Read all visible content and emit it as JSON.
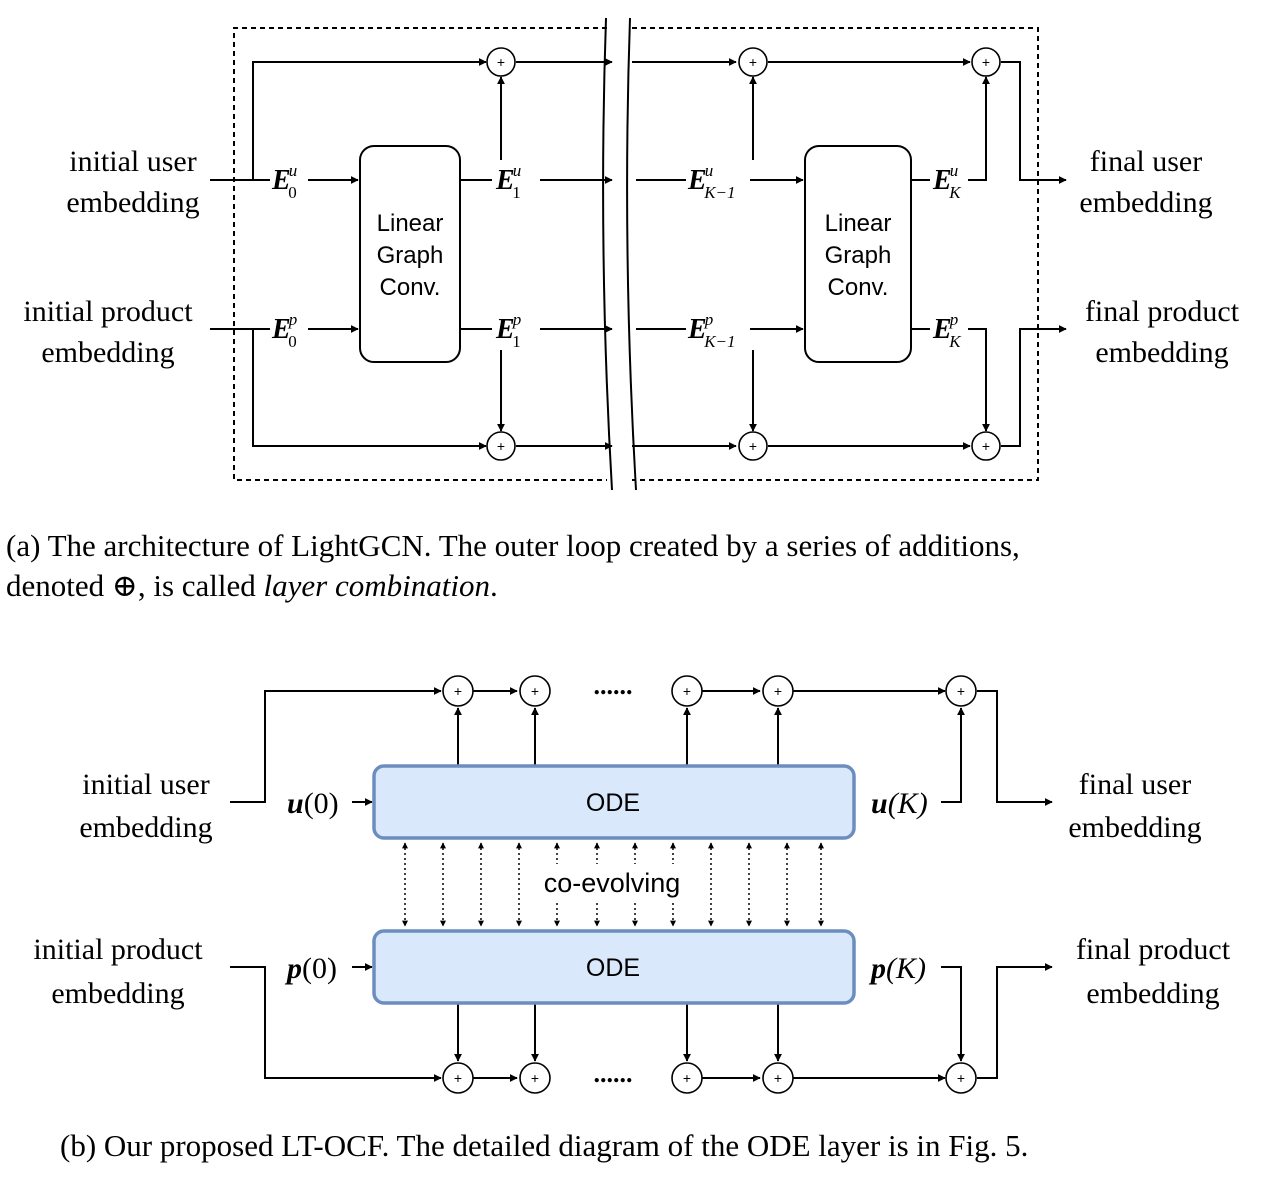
{
  "figure_a": {
    "labels": {
      "init_user": [
        "initial user",
        "embedding"
      ],
      "init_product": [
        "initial product",
        "embedding"
      ],
      "final_user": [
        "final user",
        "embedding"
      ],
      "final_product": [
        "final product",
        "embedding"
      ],
      "block": [
        "Linear",
        "Graph",
        "Conv."
      ]
    },
    "embeddings": {
      "e0u": {
        "base": "E",
        "sup": "u",
        "sub": "0"
      },
      "e0p": {
        "base": "E",
        "sup": "p",
        "sub": "0"
      },
      "e1u": {
        "base": "E",
        "sup": "u",
        "sub": "1"
      },
      "e1p": {
        "base": "E",
        "sup": "p",
        "sub": "1"
      },
      "ek1u": {
        "base": "E",
        "sup": "u",
        "sub": "K−1"
      },
      "ek1p": {
        "base": "E",
        "sup": "p",
        "sub": "K−1"
      },
      "eku": {
        "base": "E",
        "sup": "u",
        "sub": "K"
      },
      "ekp": {
        "base": "E",
        "sup": "p",
        "sub": "K"
      }
    },
    "plus": "+",
    "caption_a": {
      "prefix": "(a)  The architecture of LightGCN. The outer loop created by a series of additions,",
      "line2_prefix": "denoted ⊕, is called ",
      "line2_italic": "layer combination",
      "line2_suffix": "."
    }
  },
  "figure_b": {
    "labels": {
      "init_user": [
        "initial user",
        "embedding"
      ],
      "init_product": [
        "initial product",
        "embedding"
      ],
      "final_user": [
        "final user",
        "embedding"
      ],
      "final_product": [
        "final product",
        "embedding"
      ],
      "ode_top": "ODE",
      "ode_bottom": "ODE",
      "coevolving": "co-evolving",
      "dots": "......",
      "u0": {
        "var": "u",
        "arg": "(0)"
      },
      "p0": {
        "var": "p",
        "arg": "(0)"
      },
      "uK": {
        "var": "u",
        "arg": "(K)"
      },
      "pK": {
        "var": "p",
        "arg": "(K)"
      }
    },
    "colors": {
      "ode_fill": "#dae8fc",
      "ode_stroke": "#6c8ebf"
    },
    "caption_b": "(b)  Our proposed LT-OCF. The detailed diagram of the ODE layer is in Fig. 5."
  }
}
